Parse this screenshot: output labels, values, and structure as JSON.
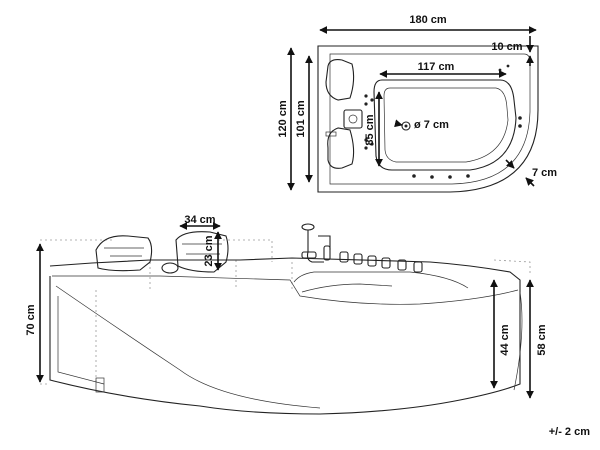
{
  "top_view": {
    "width_label": "180 cm",
    "rim_label": "10 cm",
    "inner_length_label": "117 cm",
    "overall_depth_label": "120 cm",
    "shell_depth_label": "101 cm",
    "inner_depth_label": "85 cm",
    "drain_label": "ø 7 cm",
    "corner_label": "7 cm"
  },
  "front_view": {
    "headrest_width_label": "34 cm",
    "headrest_height_label": "23 cm",
    "total_height_label": "70 cm",
    "inner_height_label": "44 cm",
    "rim_height_label": "58 cm"
  },
  "tolerance_label": "+/- 2 cm",
  "colors": {
    "line": "#222222",
    "guide": "#9a9a9a",
    "text": "#111111"
  }
}
